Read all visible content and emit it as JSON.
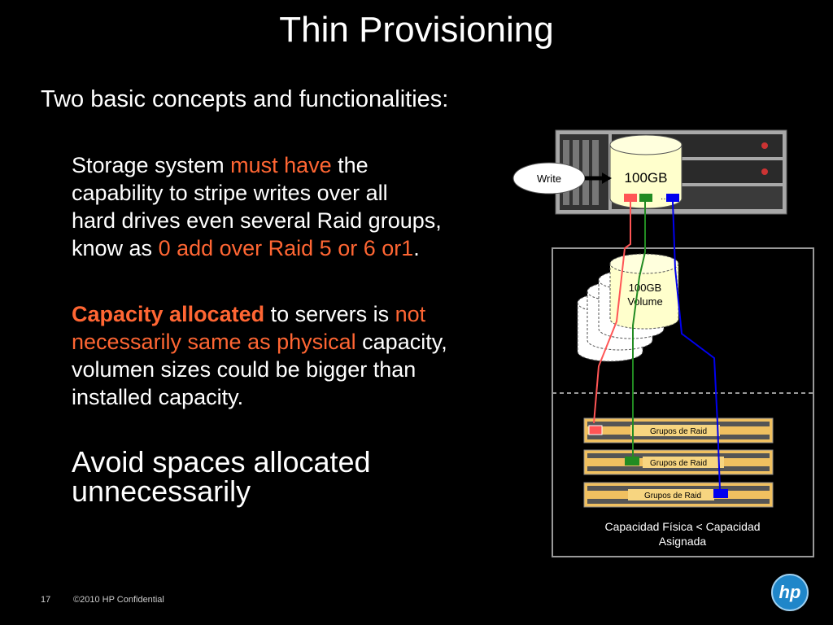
{
  "title": "Thin Provisioning",
  "subtitle": "Two basic concepts and functionalities:",
  "bullet1": {
    "line1_a": "Storage system ",
    "line1_b": "must have",
    "line1_c": " the",
    "line2": "capability to  stripe writes  over all",
    "line3": "hard drives  even several Raid groups,",
    "line4_a": "know as ",
    "line4_b": "0 add over Raid 5 or 6 or1",
    "line4_c": "."
  },
  "bullet2": {
    "line1_a": "Capacity allocated",
    "line1_b": " to servers is  ",
    "line1_c": "not",
    "line2_a": "necessarily same as physical",
    "line2_b": " capacity,",
    "line3": "volumen sizes  could  be  bigger than",
    "line4": "installed capacity."
  },
  "bullet3": "Avoid spaces allocated unnecessarily",
  "diagram": {
    "write_label": "Write",
    "top_volume_label": "100GB",
    "volume_label_line1": "100GB",
    "volume_label_line2": "Volume",
    "raid_group_1": "Grupos de Raid",
    "raid_group_2": "Grupos de Raid",
    "raid_group_3": "Grupos de Raid",
    "caption_line1": "Capacidad Física < Capacidad",
    "caption_line2": "Asignada",
    "colors": {
      "red": "#ff5555",
      "green": "#228b22",
      "blue": "#0000ee"
    }
  },
  "footer": {
    "page_number": "17",
    "copyright": "©2010 HP Confidential"
  },
  "logo_text": "hp"
}
